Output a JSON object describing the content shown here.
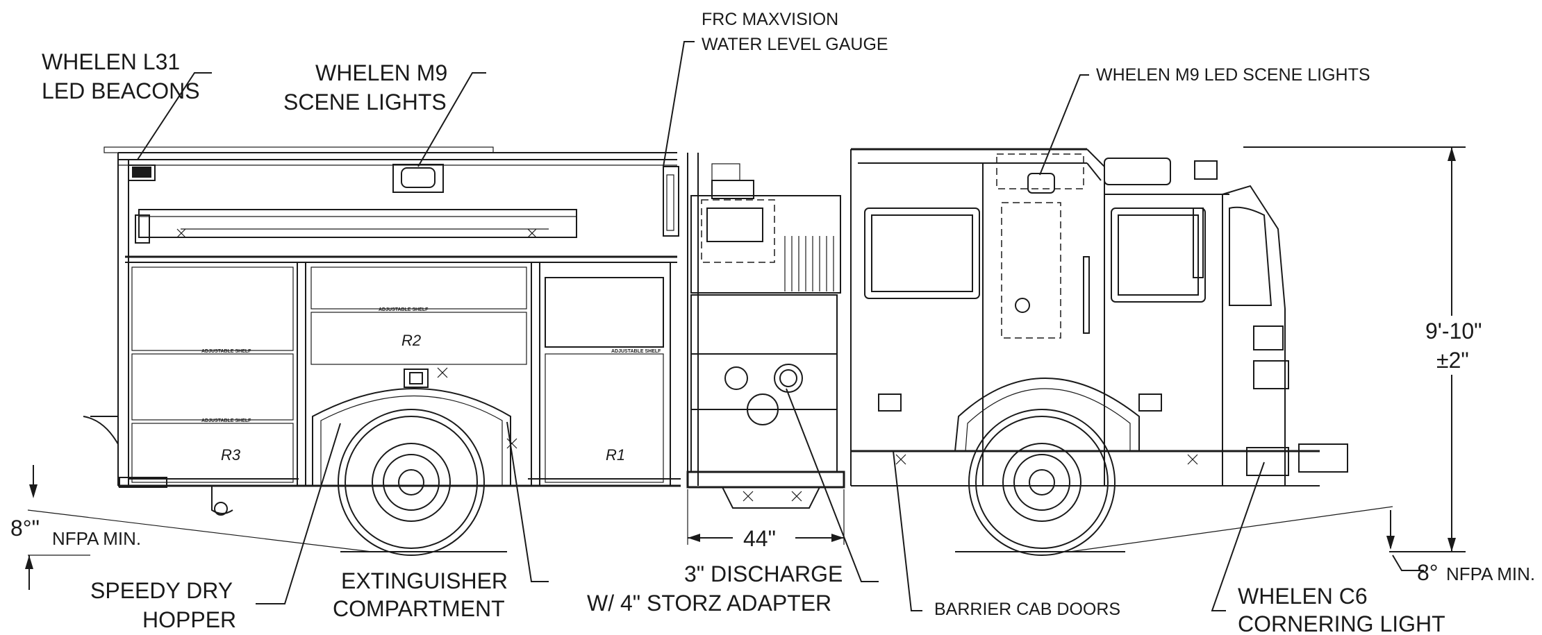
{
  "callouts": {
    "l31_line1": "WHELEN L31",
    "l31_line2": "LED BEACONS",
    "m9_line1": "WHELEN M9",
    "m9_line2": "SCENE LIGHTS",
    "frc_line1": "FRC MAXVISION",
    "frc_line2": "WATER LEVEL GAUGE",
    "m9_led": "WHELEN M9 LED SCENE LIGHTS",
    "speedy_line1": "SPEEDY DRY",
    "speedy_line2": "HOPPER",
    "ext_line1": "EXTINGUISHER",
    "ext_line2": "COMPARTMENT",
    "discharge_line1": "3\" DISCHARGE",
    "discharge_line2": "W/ 4\" STORZ ADAPTER",
    "barrier": "BARRIER CAB DOORS",
    "c6_line1": "WHELEN C6",
    "c6_line2": "CORNERING LIGHT"
  },
  "dimensions": {
    "height_line1": "9'-10\"",
    "height_line2": "±2\"",
    "rear_angle": "8°\"",
    "rear_angle_note": "NFPA MIN.",
    "front_angle": "8°",
    "front_angle_note": "NFPA MIN.",
    "width_44": "44\""
  },
  "compartments": {
    "r1": "R1",
    "r2": "R2",
    "r3": "R3",
    "shelf": "ADJUSTABLE SHELF"
  }
}
